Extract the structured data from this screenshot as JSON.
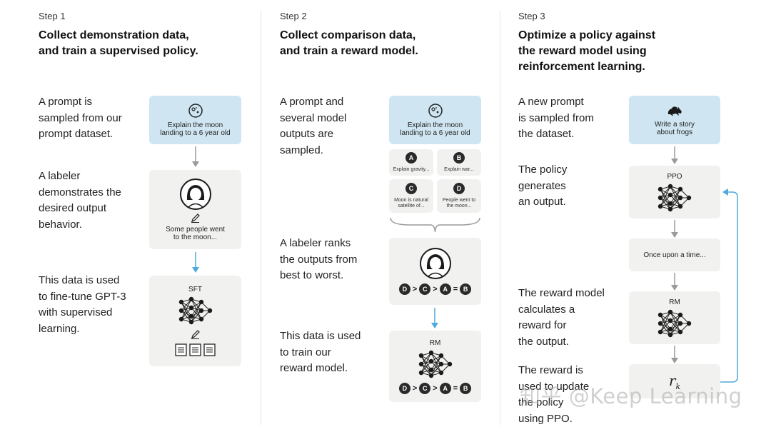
{
  "steps": [
    {
      "label": "Step 1",
      "heading": [
        "Collect demonstration data,",
        "and train a supervised policy."
      ],
      "desc1": [
        "A prompt is",
        "sampled from our",
        "prompt dataset."
      ],
      "desc2": [
        "A labeler",
        "demonstrates the",
        "desired output",
        "behavior."
      ],
      "desc3": [
        "This data is used",
        "to fine-tune GPT-3",
        "with supervised",
        "learning."
      ],
      "prompt_box": [
        "Explain the moon",
        "landing to a 6 year old"
      ],
      "demo_text": [
        "Some people went",
        "to the moon..."
      ],
      "model_label": "SFT"
    },
    {
      "label": "Step 2",
      "heading": [
        "Collect comparison data,",
        "and train a reward model."
      ],
      "desc1": [
        "A prompt and",
        "several model",
        "outputs are",
        "sampled."
      ],
      "desc2": [
        "A labeler ranks",
        "the outputs from",
        "best to worst."
      ],
      "desc3": [
        "This data is used",
        "to train our",
        "reward model."
      ],
      "prompt_box": [
        "Explain the moon",
        "landing to a 6 year old"
      ],
      "options": [
        {
          "letter": "A",
          "text": [
            "Explain gravity..."
          ]
        },
        {
          "letter": "B",
          "text": [
            "Explain war..."
          ]
        },
        {
          "letter": "C",
          "text": [
            "Moon is natural",
            "satellite of..."
          ]
        },
        {
          "letter": "D",
          "text": [
            "People went to",
            "the moon..."
          ]
        }
      ],
      "ranking": [
        "D",
        ">",
        "C",
        ">",
        "A",
        "=",
        "B"
      ],
      "model_label": "RM"
    },
    {
      "label": "Step 3",
      "heading": [
        "Optimize a policy against",
        "the reward model using",
        "reinforcement learning."
      ],
      "desc1": [
        "A new prompt",
        "is sampled from",
        "the dataset."
      ],
      "desc2": [
        "The policy",
        "generates",
        "an output."
      ],
      "desc3": [
        "The reward model",
        "calculates a",
        "reward for",
        "the output."
      ],
      "desc4": [
        "The reward is",
        "used to update",
        "the policy",
        "using PPO."
      ],
      "prompt_box": [
        "Write a story",
        "about frogs"
      ],
      "policy_label": "PPO",
      "output_text": "Once upon a time...",
      "rm_label": "RM",
      "reward_symbol": "r",
      "reward_sub": "k"
    }
  ],
  "watermark": "知乎 @Keep Learning",
  "colors": {
    "prompt_box": "#cfe6f2",
    "box": "#f1f1ef",
    "arrow_blue": "#4ea9dd",
    "arrow_gray": "#9a9a9a"
  }
}
